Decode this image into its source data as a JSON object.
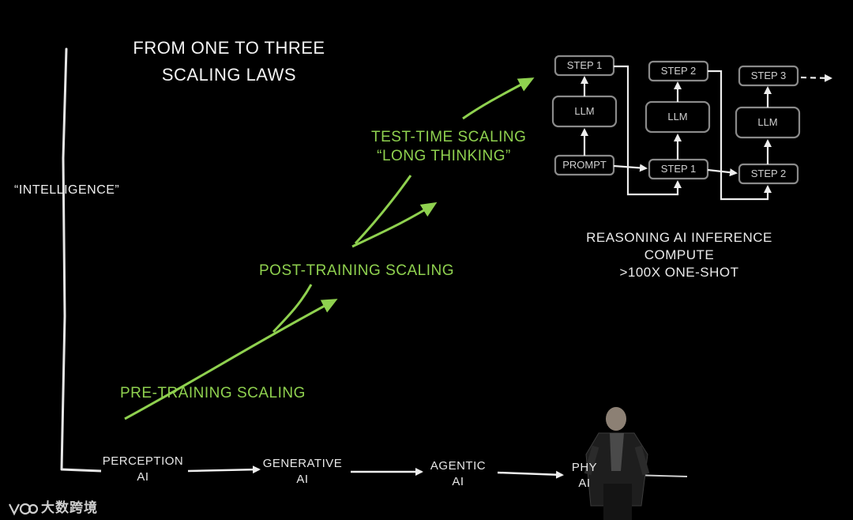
{
  "title": {
    "line1": "FROM ONE TO THREE",
    "line2": "SCALING LAWS"
  },
  "y_axis_label": "“INTELLIGENCE”",
  "scaling_laws": [
    {
      "label": "PRE-TRAINING SCALING"
    },
    {
      "label": "POST-TRAINING SCALING"
    },
    {
      "label_line1": "TEST-TIME SCALING",
      "label_line2": "“LONG THINKING”"
    }
  ],
  "x_axis_stages": [
    {
      "line1": "PERCEPTION",
      "line2": "AI"
    },
    {
      "line1": "GENERATIVE",
      "line2": "AI"
    },
    {
      "line1": "AGENTIC",
      "line2": "AI"
    },
    {
      "line1": "PHY",
      "line2": "AI"
    }
  ],
  "reasoning_diagram": {
    "prompt": "PROMPT",
    "llm": "LLM",
    "steps": [
      "STEP 1",
      "STEP 2",
      "STEP 3"
    ],
    "inputs": [
      "STEP 1",
      "STEP 2"
    ],
    "caption_line1": "REASONING AI INFERENCE",
    "caption_line2": "COMPUTE",
    "caption_line3": ">100X ONE-SHOT"
  },
  "watermark": "大数跨境",
  "colors": {
    "background": "#000000",
    "accent_green": "#8fd14f",
    "chalk_white": "#f2f2f2",
    "box_border": "#8a8a8a"
  }
}
